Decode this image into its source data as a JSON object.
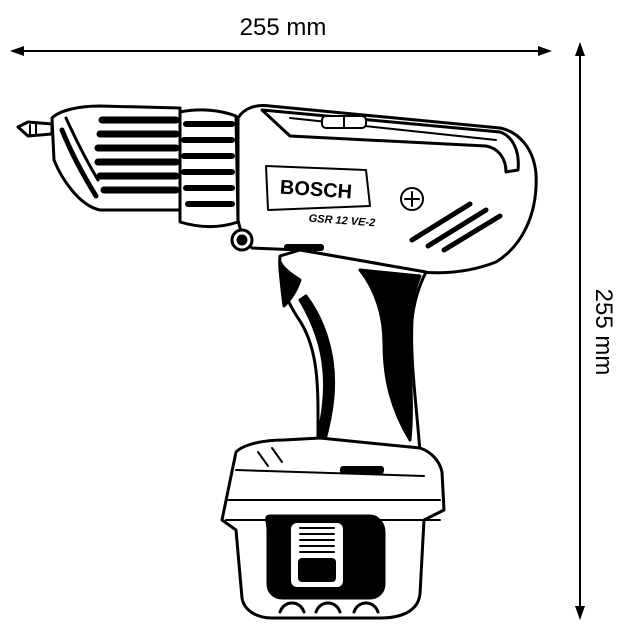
{
  "dimensions": {
    "width_label": "255 mm",
    "height_label": "255 mm"
  },
  "tool": {
    "brand": "BOSCH",
    "model": "GSR 12 VE-2"
  },
  "colors": {
    "ink": "#000000",
    "paper": "#ffffff"
  }
}
